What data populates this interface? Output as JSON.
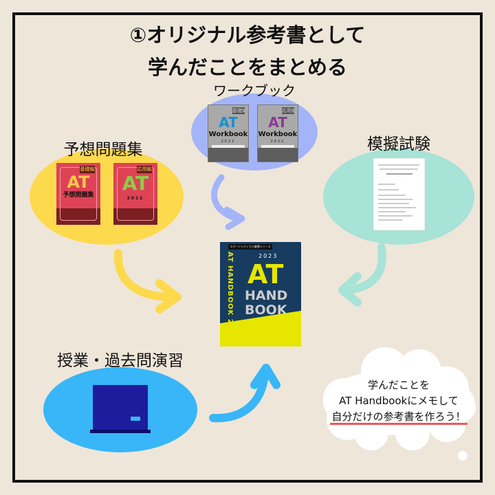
{
  "title": {
    "line1": "①オリジナル参考書として",
    "line2": "学んだことをまとめる"
  },
  "sections": {
    "workbook": {
      "label": "ワークブック",
      "books": [
        {
          "badge": "基礎編",
          "at": "AT",
          "name": "Workbook",
          "year": "2022",
          "color": "#1a8fd0"
        },
        {
          "badge": "応用編",
          "at": "AT",
          "name": "Workbook",
          "year": "2022",
          "color": "#8a3c8e"
        }
      ]
    },
    "prediction": {
      "label": "予想問題集",
      "books": [
        {
          "badge": "基礎編",
          "at": "AT",
          "sub": "予想問題集",
          "color": "#f5c84a"
        },
        {
          "badge": "応用編",
          "at": "AT",
          "sub": "2022",
          "color": "#8fc94a"
        }
      ]
    },
    "mock_exam": {
      "label": "模擬試験"
    },
    "lecture": {
      "label": "授業・過去問演習"
    },
    "handbook": {
      "series": "スポーツメディカル叢書シリーズ",
      "year": "2023",
      "at": "AT",
      "hand": "HAND",
      "book": "BOOK",
      "spine": "AT HANDBOOK 2023"
    }
  },
  "cloud": {
    "line1": "学んだことを",
    "line2": "AT Handbookにメモして",
    "line3": "自分だけの参考書を作ろう！"
  },
  "colors": {
    "yellow": "#fdd94e",
    "lavender": "#a3b5f8",
    "teal": "#a7e3d6",
    "blue": "#38b6f7",
    "navy": "#1c1c9c",
    "underline": "#f0565a"
  }
}
